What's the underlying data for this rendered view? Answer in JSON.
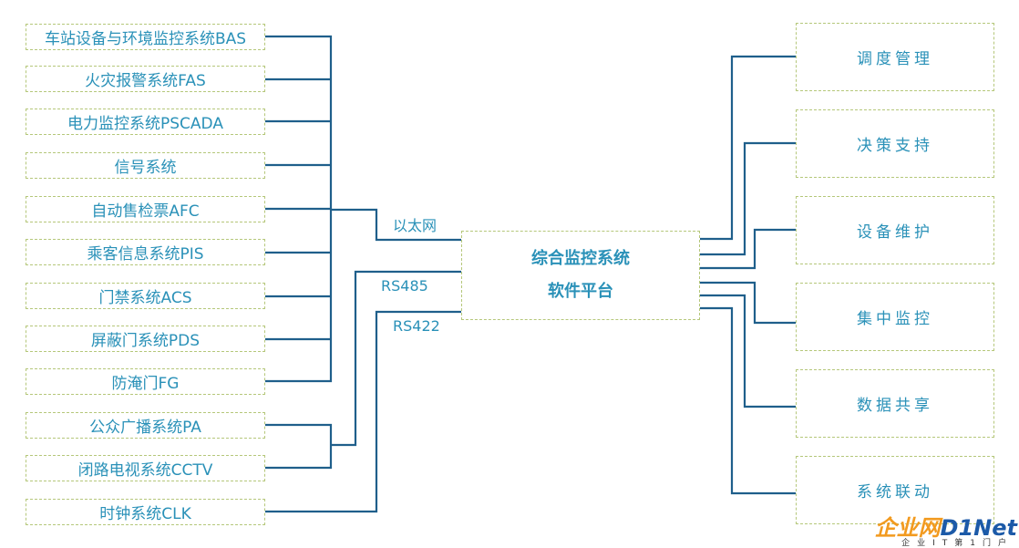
{
  "left_systems": [
    "车站设备与环境监控系统BAS",
    "火灾报警系统FAS",
    "电力监控系统PSCADA",
    "信号系统",
    "自动售检票AFC",
    "乘客信息系统PIS",
    "门禁系统ACS",
    "屏蔽门系统PDS",
    "防淹门FG",
    "公众广播系统PA",
    "闭路电视系统CCTV",
    "时钟系统CLK"
  ],
  "center": {
    "line1": "综合监控系统",
    "line2": "软件平台"
  },
  "connection_labels": {
    "ethernet": "以太网",
    "rs485": "RS485",
    "rs422": "RS422"
  },
  "right_functions": [
    "调度管理",
    "决策支持",
    "设备维护",
    "集中监控",
    "数据共享",
    "系统联动"
  ],
  "watermark": {
    "cn": "企业网",
    "en": "D1Net",
    "sub": "企业IT第1门户"
  },
  "colors": {
    "line": "#1f5f8b",
    "text": "#2a91b8",
    "box_border": "#b5c77a"
  }
}
